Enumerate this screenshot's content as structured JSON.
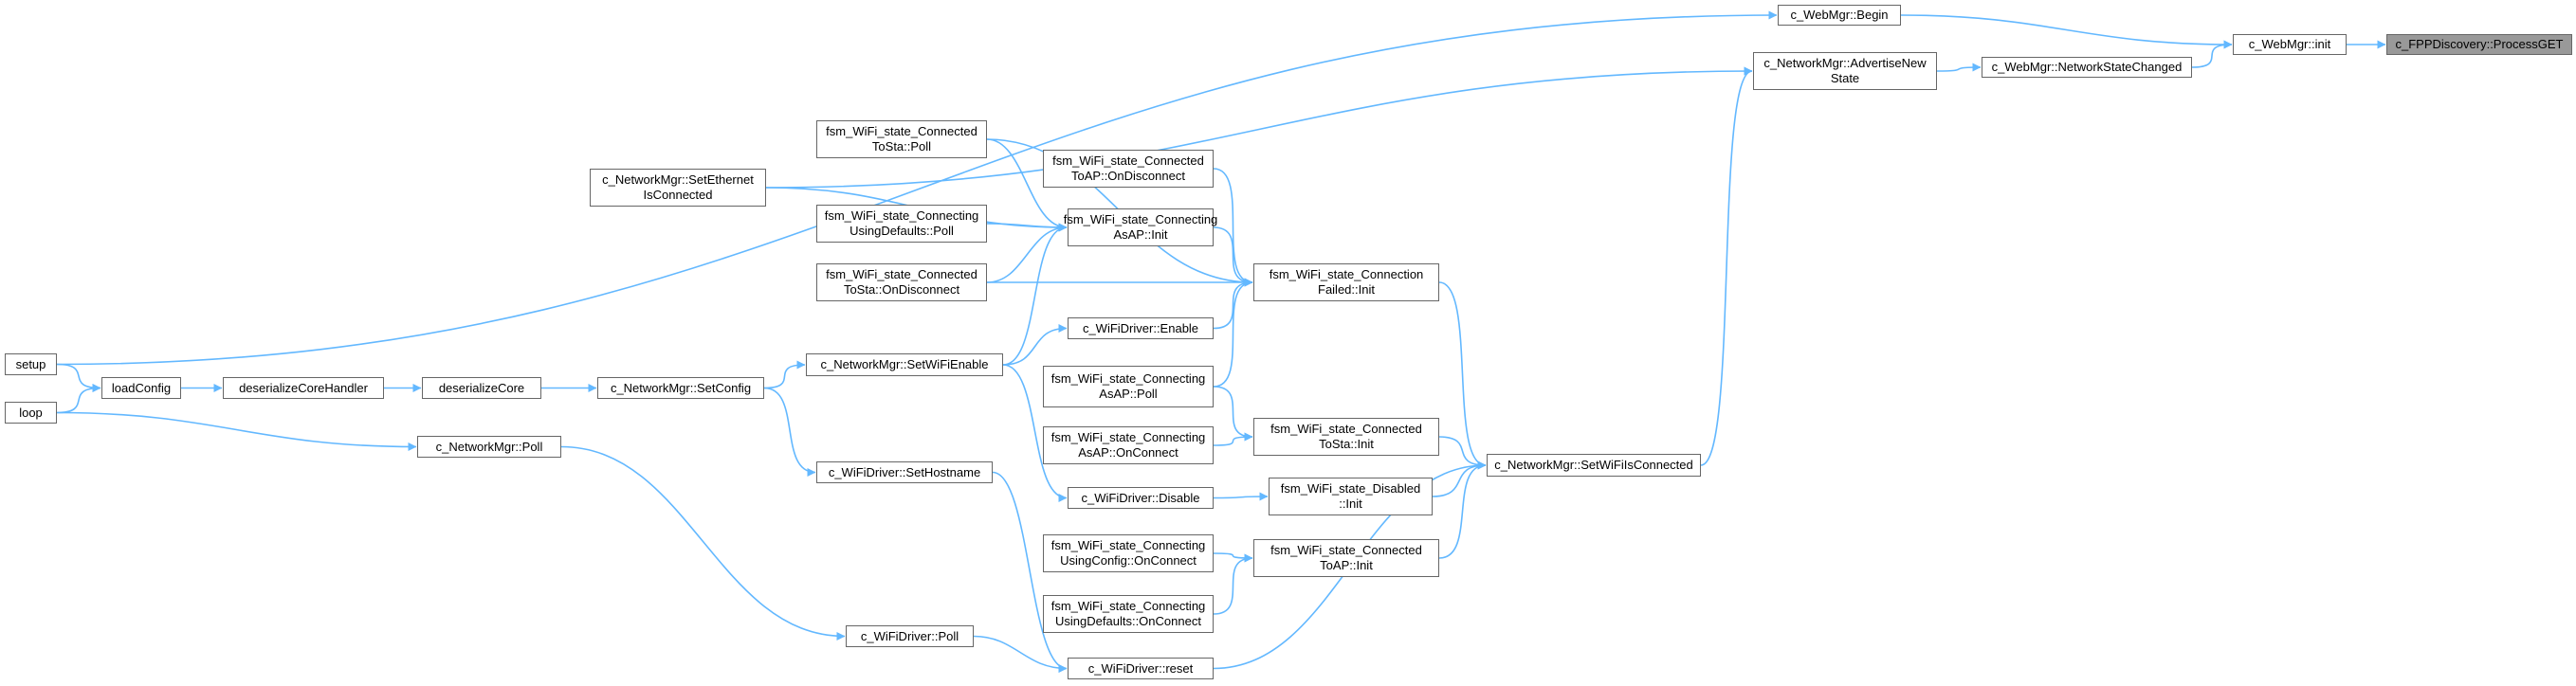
{
  "colors": {
    "edge": "#63b8ff",
    "node_border": "#666666",
    "node_fill": "#ffffff",
    "highlight_fill": "#999999"
  },
  "nodes": {
    "processget": {
      "lines": [
        "c_FPPDiscovery::ProcessGET"
      ]
    },
    "webmgr_init": {
      "lines": [
        "c_WebMgr::init"
      ]
    },
    "webmgr_begin": {
      "lines": [
        "c_WebMgr::Begin"
      ]
    },
    "webmgr_nsc": {
      "lines": [
        "c_WebMgr::NetworkStateChanged"
      ]
    },
    "nm_advertise": {
      "lines": [
        "c_NetworkMgr::AdvertiseNew",
        "State"
      ]
    },
    "nm_setwifi": {
      "lines": [
        "c_NetworkMgr::SetWiFiIsConnected"
      ]
    },
    "conn_failed": {
      "lines": [
        "fsm_WiFi_state_Connection",
        "Failed::Init"
      ]
    },
    "cs_init": {
      "lines": [
        "fsm_WiFi_state_Connected",
        "ToSta::Init"
      ]
    },
    "dis_init": {
      "lines": [
        "fsm_WiFi_state_Disabled",
        "::Init"
      ]
    },
    "cap_init": {
      "lines": [
        "fsm_WiFi_state_Connected",
        "ToAP::Init"
      ]
    },
    "wd_reset": {
      "lines": [
        "c_WiFiDriver::reset"
      ]
    },
    "cs_poll": {
      "lines": [
        "fsm_WiFi_state_Connected",
        "ToSta::Poll"
      ]
    },
    "cap_ondisc": {
      "lines": [
        "fsm_WiFi_state_Connected",
        "ToAP::OnDisconnect"
      ]
    },
    "cud_poll": {
      "lines": [
        "fsm_WiFi_state_Connecting",
        "UsingDefaults::Poll"
      ]
    },
    "cap_asinit": {
      "lines": [
        "fsm_WiFi_state_Connecting",
        "AsAP::Init"
      ]
    },
    "cs_ondisc": {
      "lines": [
        "fsm_WiFi_state_Connected",
        "ToSta::OnDisconnect"
      ]
    },
    "wd_enable": {
      "lines": [
        "c_WiFiDriver::Enable"
      ]
    },
    "casap_poll": {
      "lines": [
        "fsm_WiFi_state_Connecting",
        "AsAP::Poll"
      ]
    },
    "casap_onconn": {
      "lines": [
        "fsm_WiFi_state_Connecting",
        "AsAP::OnConnect"
      ]
    },
    "wd_disable": {
      "lines": [
        "c_WiFiDriver::Disable"
      ]
    },
    "cuc_onconn": {
      "lines": [
        "fsm_WiFi_state_Connecting",
        "UsingConfig::OnConnect"
      ]
    },
    "cud_onconn": {
      "lines": [
        "fsm_WiFi_state_Connecting",
        "UsingDefaults::OnConnect"
      ]
    },
    "nm_seteth": {
      "lines": [
        "c_NetworkMgr::SetEthernet",
        "IsConnected"
      ]
    },
    "nm_setwifienable": {
      "lines": [
        "c_NetworkMgr::SetWiFiEnable"
      ]
    },
    "wd_sethostname": {
      "lines": [
        "c_WiFiDriver::SetHostname"
      ]
    },
    "wd_poll": {
      "lines": [
        "c_WiFiDriver::Poll"
      ]
    },
    "nm_setconfig": {
      "lines": [
        "c_NetworkMgr::SetConfig"
      ]
    },
    "nm_poll": {
      "lines": [
        "c_NetworkMgr::Poll"
      ]
    },
    "deser_core": {
      "lines": [
        "deserializeCore"
      ]
    },
    "deser_handler": {
      "lines": [
        "deserializeCoreHandler"
      ]
    },
    "loadconfig": {
      "lines": [
        "loadConfig"
      ]
    },
    "setup": {
      "lines": [
        "setup"
      ]
    },
    "loop": {
      "lines": [
        "loop"
      ]
    }
  },
  "edges": [
    [
      "webmgr_init",
      "processget"
    ],
    [
      "webmgr_begin",
      "webmgr_init"
    ],
    [
      "webmgr_nsc",
      "webmgr_init"
    ],
    [
      "nm_advertise",
      "webmgr_nsc"
    ],
    [
      "nm_setwifi",
      "nm_advertise"
    ],
    [
      "nm_seteth",
      "nm_advertise"
    ],
    [
      "setup",
      "webmgr_begin"
    ],
    [
      "conn_failed",
      "nm_setwifi"
    ],
    [
      "cs_init",
      "nm_setwifi"
    ],
    [
      "dis_init",
      "nm_setwifi"
    ],
    [
      "cap_init",
      "nm_setwifi"
    ],
    [
      "wd_reset",
      "nm_setwifi"
    ],
    [
      "cs_poll",
      "cap_asinit"
    ],
    [
      "cs_poll",
      "conn_failed"
    ],
    [
      "cap_ondisc",
      "conn_failed"
    ],
    [
      "cud_poll",
      "cap_asinit"
    ],
    [
      "cap_asinit",
      "conn_failed"
    ],
    [
      "cs_ondisc",
      "cap_asinit"
    ],
    [
      "cs_ondisc",
      "conn_failed"
    ],
    [
      "wd_enable",
      "conn_failed"
    ],
    [
      "casap_poll",
      "conn_failed"
    ],
    [
      "casap_poll",
      "cs_init"
    ],
    [
      "casap_onconn",
      "cs_init"
    ],
    [
      "wd_disable",
      "dis_init"
    ],
    [
      "cuc_onconn",
      "cap_init"
    ],
    [
      "cud_onconn",
      "cap_init"
    ],
    [
      "nm_seteth",
      "cap_asinit"
    ],
    [
      "nm_setwifienable",
      "cap_asinit"
    ],
    [
      "nm_setwifienable",
      "wd_enable"
    ],
    [
      "nm_setwifienable",
      "wd_disable"
    ],
    [
      "nm_setconfig",
      "nm_setwifienable"
    ],
    [
      "nm_setconfig",
      "wd_sethostname"
    ],
    [
      "wd_sethostname",
      "wd_reset"
    ],
    [
      "wd_poll",
      "wd_reset"
    ],
    [
      "nm_poll",
      "wd_poll"
    ],
    [
      "deser_core",
      "nm_setconfig"
    ],
    [
      "deser_handler",
      "deser_core"
    ],
    [
      "loadconfig",
      "deser_handler"
    ],
    [
      "setup",
      "loadconfig"
    ],
    [
      "loop",
      "loadconfig"
    ],
    [
      "loop",
      "nm_poll"
    ]
  ]
}
